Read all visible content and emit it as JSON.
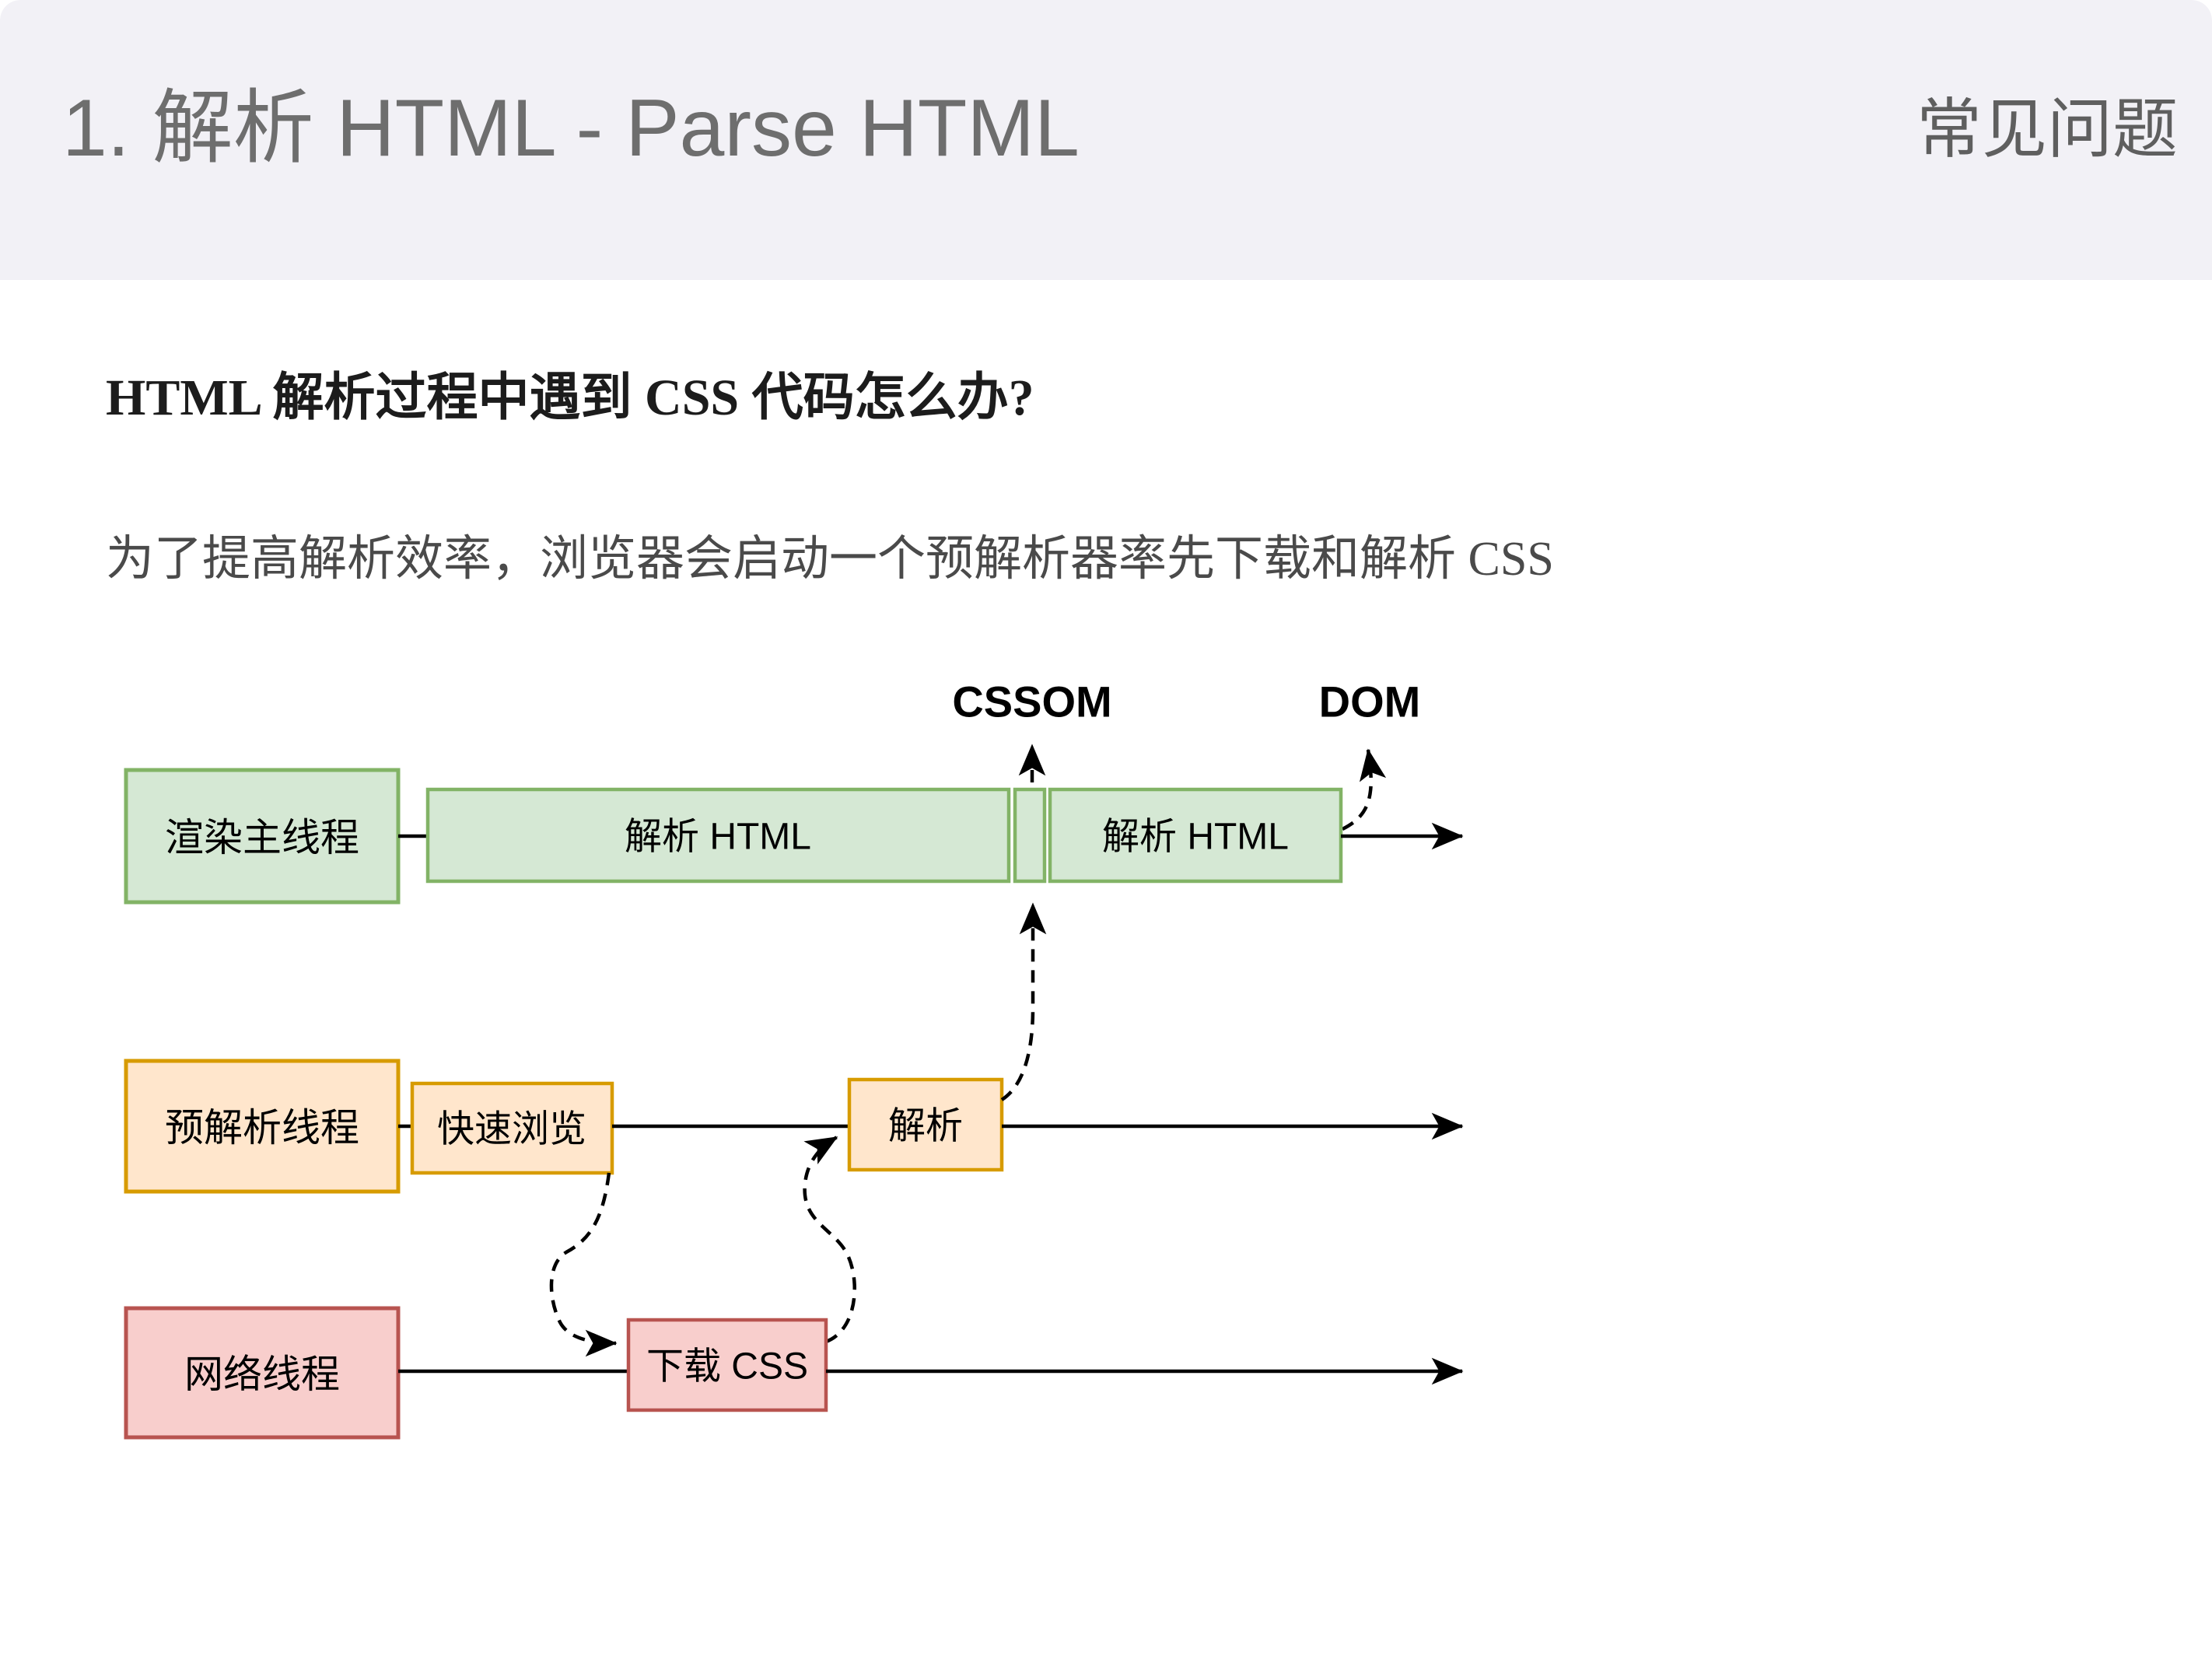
{
  "header": {
    "title": "1. 解析 HTML - Parse HTML",
    "corner_label": "常见问题"
  },
  "content": {
    "question": "HTML 解析过程中遇到 CSS 代码怎么办?",
    "answer": "为了提高解析效率，浏览器会启动一个预解析器率先下载和解析 CSS"
  },
  "diagram": {
    "cssom_label": "CSSOM",
    "dom_label": "DOM",
    "render_thread_label": "渲染主线程",
    "parse_html_label_1": "解析 HTML",
    "parse_html_label_2": "解析 HTML",
    "preparse_thread_label": "预解析线程",
    "quick_scan_label": "快速浏览",
    "parse_label": "解析",
    "network_thread_label": "网络线程",
    "download_css_label": "下载 CSS",
    "colors": {
      "green_fill": "#d5e8d4",
      "green_stroke": "#82b366",
      "orange_fill": "#ffe6cc",
      "orange_stroke": "#d79b00",
      "red_fill": "#f8cecc",
      "red_stroke": "#b85450",
      "line": "#000000"
    }
  },
  "theme": {
    "header_bg": "#f2f1f6",
    "body_bg": "#ffffff",
    "title_color": "#6e6e6e"
  }
}
